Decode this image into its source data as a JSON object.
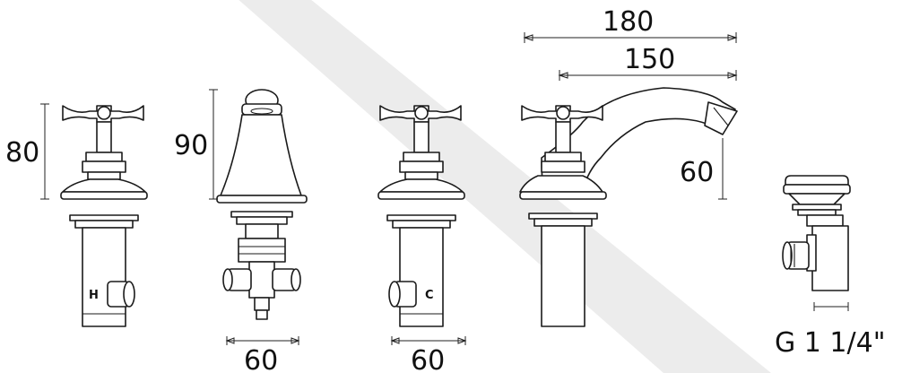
{
  "dimensions": {
    "hot_tap_height": "80",
    "spout_height": "90",
    "spout_base_width": "60",
    "cold_tap_base_width": "60",
    "diverter_overall_length": "180",
    "diverter_reach": "150",
    "diverter_outlet_height": "60",
    "waste_thread": "G 1 1/4\""
  },
  "markings": {
    "hot": "H",
    "cold": "C"
  },
  "colors": {
    "line": "#1a1a1a",
    "watermark": "#ececec"
  }
}
